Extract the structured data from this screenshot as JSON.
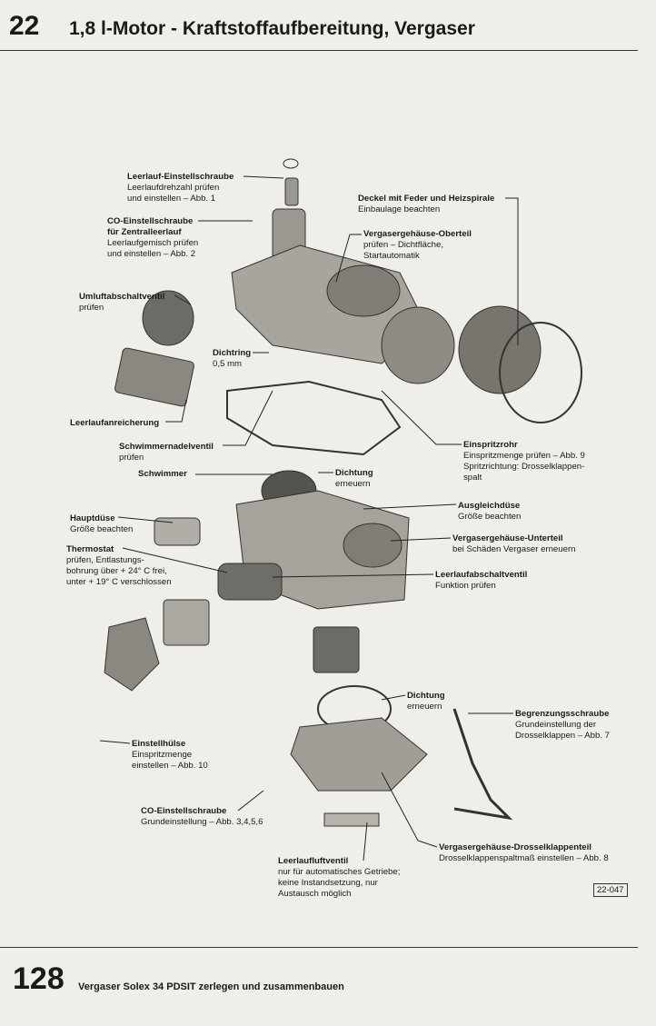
{
  "header": {
    "chapter": "22",
    "title": "1,8 l-Motor - Kraftstoffaufbereitung, Vergaser"
  },
  "footer": {
    "page": "128",
    "title": "Vergaser Solex 34 PDSIT zerlegen und zusammenbauen"
  },
  "figure_id": "22-047",
  "labels": [
    {
      "title": "Leerlauf-Einstellschraube",
      "lines": [
        "Leerlaufdrehzahl prüfen",
        "und einstellen – Abb. 1"
      ]
    },
    {
      "title": "CO-Einstellschraube",
      "lines": [
        "für Zentralleerlauf",
        "Leerlaufgemisch prüfen",
        "und einstellen – Abb. 2"
      ]
    },
    {
      "title": "Umluftabschaltventil",
      "lines": [
        "prüfen"
      ]
    },
    {
      "title": "Dichtring",
      "lines": [
        "0,5 mm"
      ]
    },
    {
      "title": "Leerlaufanreicherung",
      "lines": []
    },
    {
      "title": "Schwimmernadelventil",
      "lines": [
        "prüfen"
      ]
    },
    {
      "title": "Schwimmer",
      "lines": []
    },
    {
      "title": "Dichtung",
      "lines": [
        "erneuern"
      ]
    },
    {
      "title": "Deckel mit Feder und Heizspirale",
      "lines": [
        "Einbaulage beachten"
      ]
    },
    {
      "title": "Vergasergehäuse-Oberteil",
      "lines": [
        "prüfen – Dichtfläche,",
        "Startautomatik"
      ]
    },
    {
      "title": "Einspritzrohr",
      "lines": [
        "Einspritzmenge prüfen – Abb. 9",
        "Spritzrichtung: Drosselklappen-",
        "spalt"
      ]
    },
    {
      "title": "Ausgleichdüse",
      "lines": [
        "Größe beachten"
      ]
    },
    {
      "title": "Vergasergehäuse-Unterteil",
      "lines": [
        "bei Schäden Vergaser erneuern"
      ]
    },
    {
      "title": "Leerlaufabschaltventil",
      "lines": [
        "Funktion prüfen"
      ]
    },
    {
      "title": "Hauptdüse",
      "lines": [
        "Größe beachten"
      ]
    },
    {
      "title": "Thermostat",
      "lines": [
        "prüfen, Entlastungs-",
        "bohrung über + 24° C frei,",
        "unter + 19° C verschlossen"
      ]
    },
    {
      "title": "Dichtung",
      "lines": [
        "erneuern"
      ]
    },
    {
      "title": "Begrenzungsschraube",
      "lines": [
        "Grundeinstellung der",
        "Drosselklappen – Abb. 7"
      ]
    },
    {
      "title": "Einstellhülse",
      "lines": [
        "Einspritzmenge",
        "einstellen – Abb. 10"
      ]
    },
    {
      "title": "CO-Einstellschraube",
      "lines": [
        "Grundeinstellung – Abb. 3,4,5,6"
      ]
    },
    {
      "title": "Vergasergehäuse-Drosselklappenteil",
      "lines": [
        "Drosselklappenspaltmaß einstellen – Abb. 8"
      ]
    },
    {
      "title": "Leerlaufluftventil",
      "lines": [
        "nur für automatisches Getriebe;",
        "keine Instandsetzung, nur",
        "Austausch möglich"
      ]
    }
  ]
}
